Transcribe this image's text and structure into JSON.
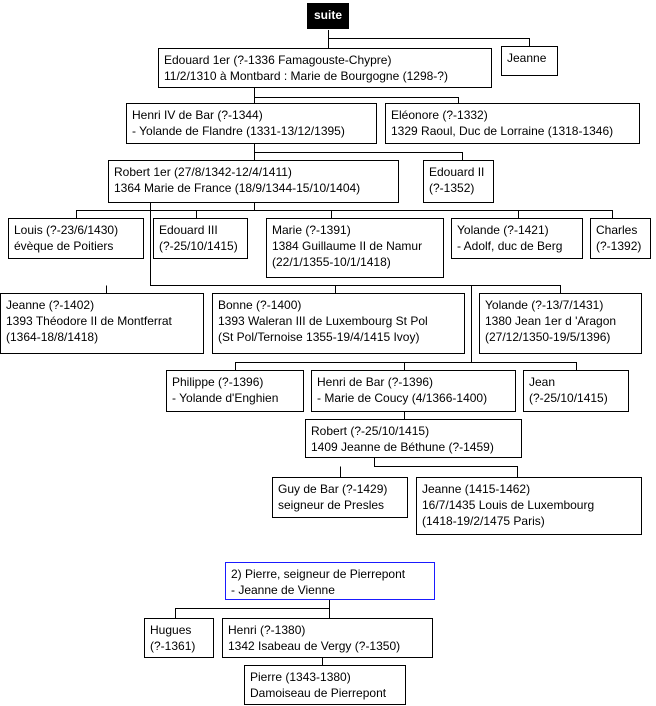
{
  "header": {
    "label": "suite"
  },
  "colors": {
    "line": "#000000",
    "box_border": "#000000",
    "highlight_border": "#1a1aff",
    "header_bg": "#000000",
    "header_text": "#ffffff"
  },
  "nodes": {
    "edouard1": {
      "line1": "Edouard 1er (?-1336 Famagouste-Chypre)",
      "line2": "11/2/1310 à Montbard : Marie de Bourgogne (1298-?)"
    },
    "jeanne_a": {
      "line1": "Jeanne"
    },
    "henri4": {
      "line1": "Henri IV de Bar (?-1344)",
      "line2": "- Yolande de Flandre (1331-13/12/1395)"
    },
    "eleonore": {
      "line1": "Eléonore (?-1332)",
      "line2": "1329 Raoul, Duc de  Lorraine (1318-1346)"
    },
    "robert1": {
      "line1": "Robert 1er (27/8/1342-12/4/1411)",
      "line2": "1364 Marie de France (18/9/1344-15/10/1404)"
    },
    "edouard2": {
      "line1": "Edouard II",
      "line2": "(?-1352)"
    },
    "louis": {
      "line1": "Louis (?-23/6/1430)",
      "line2": "évèque de Poitiers"
    },
    "edouard3": {
      "line1": "Edouard III",
      "line2": "(?-25/10/1415)"
    },
    "marie": {
      "line1": "Marie (?-1391)",
      "line2": "1384 Guillaume II de Namur",
      "line3": "(22/1/1355-10/1/1418)"
    },
    "yolande_a": {
      "line1": "Yolande (?-1421)",
      "line2": "- Adolf, duc de Berg"
    },
    "charles": {
      "line1": "Charles",
      "line2": "(?-1392)"
    },
    "jeanne_b": {
      "line1": "Jeanne (?-1402)",
      "line2": "1393 Théodore II de Montferrat",
      "line3": "(1364-18/8/1418)"
    },
    "bonne": {
      "line1": "Bonne (?-1400)",
      "line2": "1393 Waleran III de Luxembourg St Pol",
      "line3": "(St Pol/Ternoise 1355-19/4/1415 Ivoy)"
    },
    "yolande_b": {
      "line1": "Yolande (?-13/7/1431)",
      "line2": "1380 Jean 1er d 'Aragon",
      "line3": "(27/12/1350-19/5/1396)"
    },
    "philippe": {
      "line1": "Philippe (?-1396)",
      "line2": "- Yolande d'Enghien"
    },
    "henri_bar": {
      "line1": "Henri de Bar (?-1396)",
      "line2": "- Marie de Coucy (4/1366-1400)"
    },
    "jean": {
      "line1": "Jean",
      "line2": "(?-25/10/1415)"
    },
    "robert_b": {
      "line1": "Robert (?-25/10/1415)",
      "line2": "1409 Jeanne de Béthune (?-1459)"
    },
    "guy": {
      "line1": "Guy de Bar (?-1429)",
      "line2": "seigneur de Presles"
    },
    "jeanne_c": {
      "line1": "Jeanne (1415-1462)",
      "line2": "16/7/1435 Louis de Luxembourg",
      "line3": "(1418-19/2/1475 Paris)"
    },
    "pierre2": {
      "line1": "2) Pierre, seigneur de Pierrepont",
      "line2": "- Jeanne de Vienne"
    },
    "hugues": {
      "line1": "Hugues",
      "line2": "(?-1361)"
    },
    "henri_v": {
      "line1": "Henri (?-1380)",
      "line2": "1342 Isabeau de Vergy (?-1350)"
    },
    "pierre3": {
      "line1": "Pierre (1343-1380)",
      "line2": "Damoiseau de Pierrepont"
    }
  }
}
